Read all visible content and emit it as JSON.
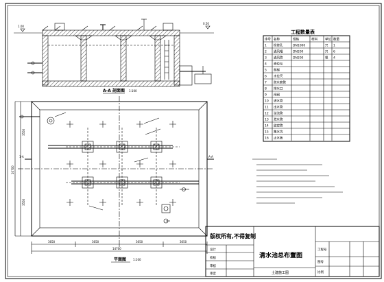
{
  "section": {
    "title": "A-A 剖面图",
    "scale": "1:100",
    "dims": [
      "1.00",
      "0.50"
    ]
  },
  "plan": {
    "title": "平面图",
    "scale": "1:100",
    "dims_bottom": [
      "3650",
      "3650",
      "3650",
      "3650"
    ],
    "dim_total": "14700",
    "dims_left": [
      "3550",
      "3550"
    ],
    "dim_left_total": "10700",
    "section_marks": [
      "1-A",
      "A-A"
    ]
  },
  "table": {
    "title": "工程数量表",
    "headers": [
      "序号",
      "名称",
      "规格",
      "材料",
      "单位",
      "数量"
    ],
    "rows": [
      [
        "1",
        "检修孔",
        "DN1000",
        "",
        "只",
        "1"
      ],
      [
        "2",
        "通风帽",
        "DN200",
        "",
        "只",
        "6"
      ],
      [
        "3",
        "通风管",
        "DN200",
        "",
        "根",
        "4"
      ],
      [
        "4",
        "液位仪",
        "",
        "",
        "",
        ""
      ],
      [
        "5",
        "爬梯",
        "",
        "",
        "",
        ""
      ],
      [
        "6",
        "水位尺",
        "",
        "",
        "",
        ""
      ],
      [
        "7",
        "防水套管",
        "",
        "",
        "",
        ""
      ],
      [
        "8",
        "排水口",
        "",
        "",
        "",
        ""
      ],
      [
        "9",
        "闸阀",
        "",
        "",
        "",
        ""
      ],
      [
        "10",
        "进水管",
        "",
        "",
        "",
        ""
      ],
      [
        "11",
        "出水管",
        "",
        "",
        "",
        ""
      ],
      [
        "12",
        "溢流管",
        "",
        "",
        "",
        ""
      ],
      [
        "13",
        "泄水管",
        "",
        "",
        "",
        ""
      ],
      [
        "14",
        "放空管",
        "",
        "",
        "",
        ""
      ],
      [
        "15",
        "集水坑",
        "",
        "",
        "",
        ""
      ],
      [
        "16",
        "止水板",
        "",
        "",
        "",
        ""
      ]
    ]
  },
  "title_block": {
    "copyright": "版权所有,不得复制",
    "drawing_name": "清水池总布置图",
    "labels": [
      "设计",
      "校核",
      "审核",
      "审定"
    ],
    "right_labels": [
      "工程号",
      "图号",
      "比例"
    ],
    "footer": "土建施工图"
  }
}
